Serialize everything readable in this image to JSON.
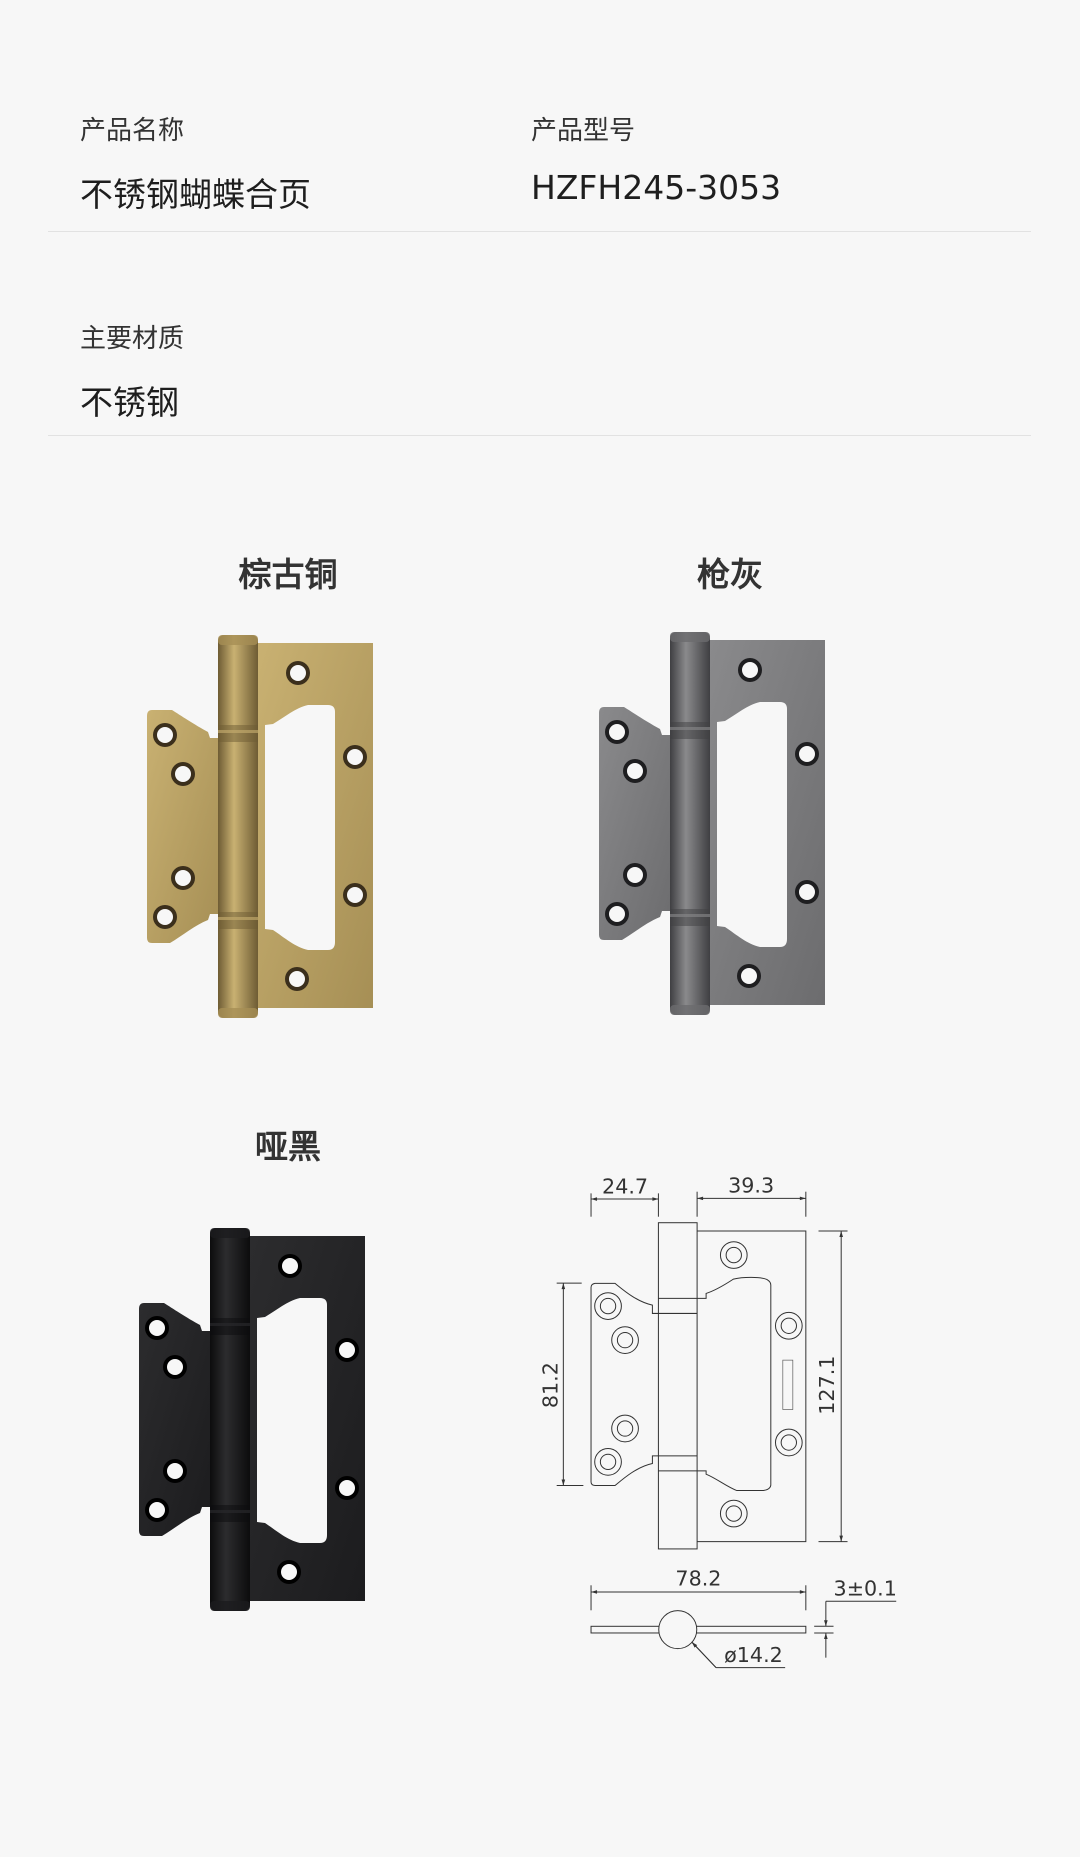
{
  "specs": {
    "product_name": {
      "label": "产品名称",
      "value": "不锈钢蝴蝶合页"
    },
    "model": {
      "label": "产品型号",
      "value": "HZFH245-3053"
    },
    "material": {
      "label": "主要材质",
      "value": "不锈钢"
    }
  },
  "finishes": [
    {
      "name": "棕古铜",
      "colors": {
        "light": "#c9b172",
        "mid": "#a68f55",
        "dark": "#6e5c34",
        "hole": "#3b2f1c"
      }
    },
    {
      "name": "枪灰",
      "colors": {
        "light": "#8a8a8c",
        "mid": "#6c6c6e",
        "dark": "#3f3f42",
        "hole": "#1e1e20"
      }
    },
    {
      "name": "哑黑",
      "colors": {
        "light": "#2c2c2e",
        "mid": "#1c1c1e",
        "dark": "#0c0c0d",
        "hole": "#000000"
      }
    }
  ],
  "diagram": {
    "dims": {
      "left_leaf_width": "24.7",
      "right_leaf_width": "39.3",
      "height": "127.1",
      "left_leaf_height": "81.2",
      "total_width": "78.2",
      "thickness": "3±0.1",
      "pin_diameter": "ø14.2"
    }
  }
}
